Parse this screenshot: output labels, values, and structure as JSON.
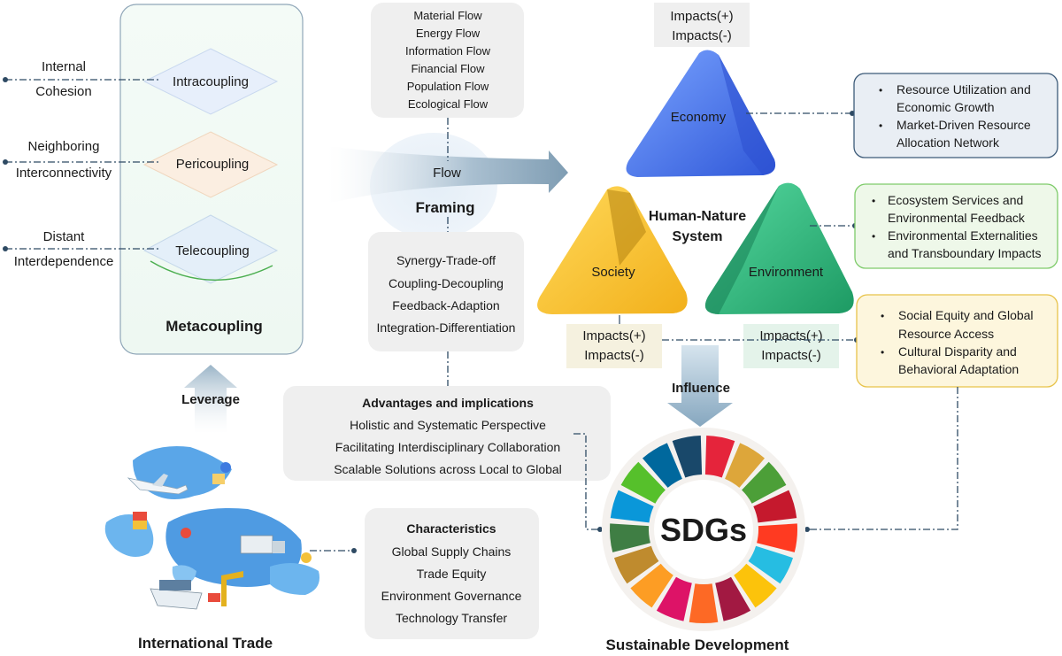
{
  "metacoupling": {
    "title": "Metacoupling",
    "items": [
      {
        "label": "Intracoupling",
        "side_line1": "Internal",
        "side_line2": "Cohesion"
      },
      {
        "label": "Pericoupling",
        "side_line1": "Neighboring",
        "side_line2": "Interconnectivity"
      },
      {
        "label": "Telecoupling",
        "side_line1": "Distant",
        "side_line2": "Interdependence"
      }
    ]
  },
  "flows": [
    "Material Flow",
    "Energy Flow",
    "Information Flow",
    "Financial Flow",
    "Population Flow",
    "Ecological Flow"
  ],
  "flow_label": "Flow",
  "framing_label": "Framing",
  "relations": [
    "Synergy-Trade-off",
    "Coupling-Decoupling",
    "Feedback-Adaption",
    "Integration-Differentiation"
  ],
  "advantages": {
    "title": "Advantages and implications",
    "items": [
      "Holistic and Systematic Perspective",
      "Facilitating Interdisciplinary Collaboration",
      "Scalable Solutions across Local to Global"
    ]
  },
  "characteristics": {
    "title": "Characteristics",
    "items": [
      "Global Supply Chains",
      "Trade Equity",
      "Environment Governance",
      "Technology Transfer"
    ]
  },
  "leverage_label": "Leverage",
  "international_trade_label": "International Trade",
  "hns": {
    "title_line1": "Human-Nature",
    "title_line2": "System",
    "economy": "Economy",
    "society": "Society",
    "environment": "Environment",
    "impact_pos": "Impacts(+)",
    "impact_neg": "Impacts(-)"
  },
  "economy_box": [
    {
      "line1": "Resource Utilization and",
      "line2": "Economic Growth"
    },
    {
      "line1": "Market-Driven Resource",
      "line2": "Allocation Network"
    }
  ],
  "environment_box": [
    {
      "line1": "Ecosystem Services and",
      "line2": "Environmental Feedback"
    },
    {
      "line1": "Environmental Externalities",
      "line2": "and Transboundary Impacts"
    }
  ],
  "society_box": [
    {
      "line1": "Social Equity and Global",
      "line2": "Resource Access"
    },
    {
      "line1": "Cultural Disparity and",
      "line2": "Behavioral Adaptation"
    }
  ],
  "influence_label": "Influence",
  "sdgs_label": "SDGs",
  "sustainable_label": "Sustainable Development",
  "colors": {
    "economy": "#3d6fe8",
    "society": "#f0b81c",
    "environment": "#2bb57a",
    "economy_border": "#3c5a78",
    "environment_border": "#7ecb6a",
    "society_border": "#e8c34a"
  }
}
